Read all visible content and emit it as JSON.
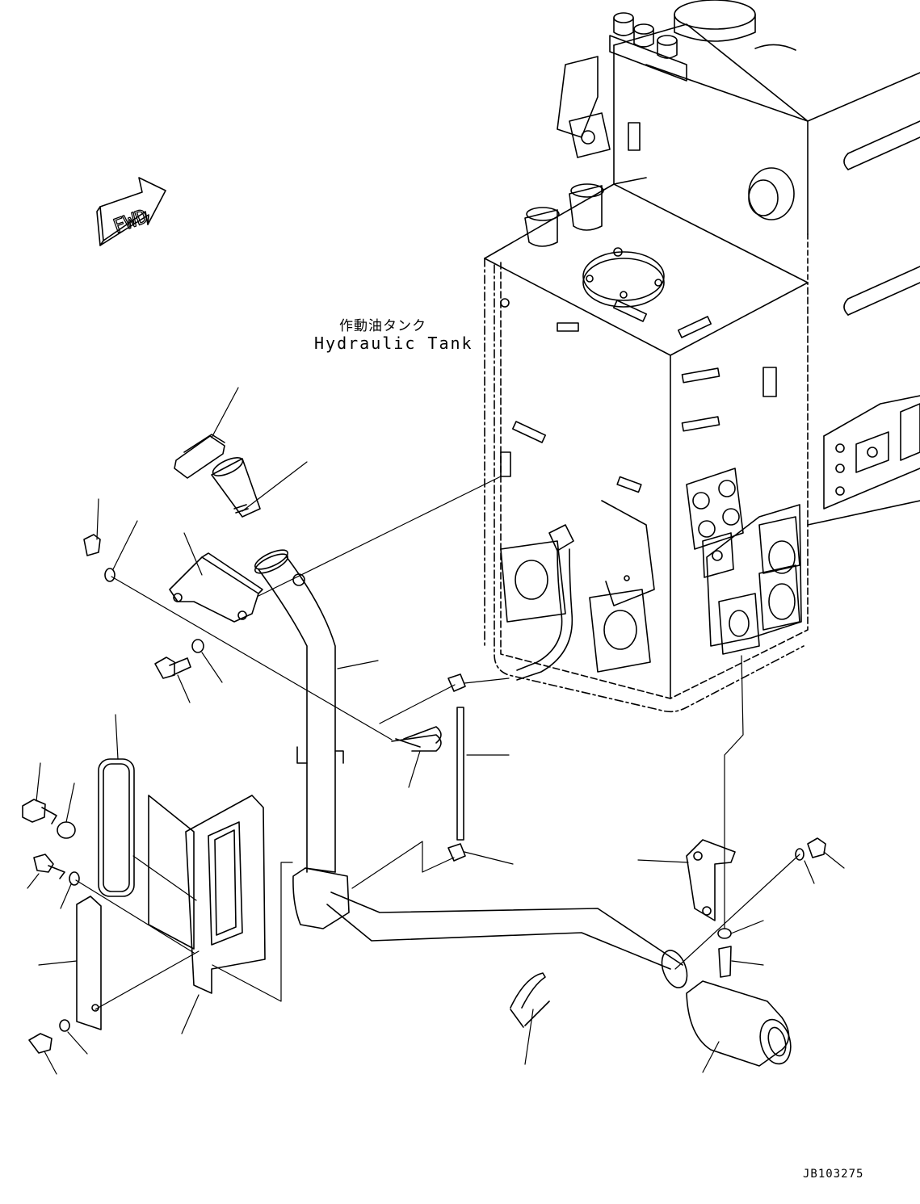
{
  "diagram": {
    "labels": {
      "tank_jp": "作動油タンク",
      "tank_en": "Hydraulic Tank",
      "fwd": "FWD",
      "drawing_number": "JB103275"
    },
    "colors": {
      "line": "#000000",
      "background": "#ffffff"
    }
  }
}
